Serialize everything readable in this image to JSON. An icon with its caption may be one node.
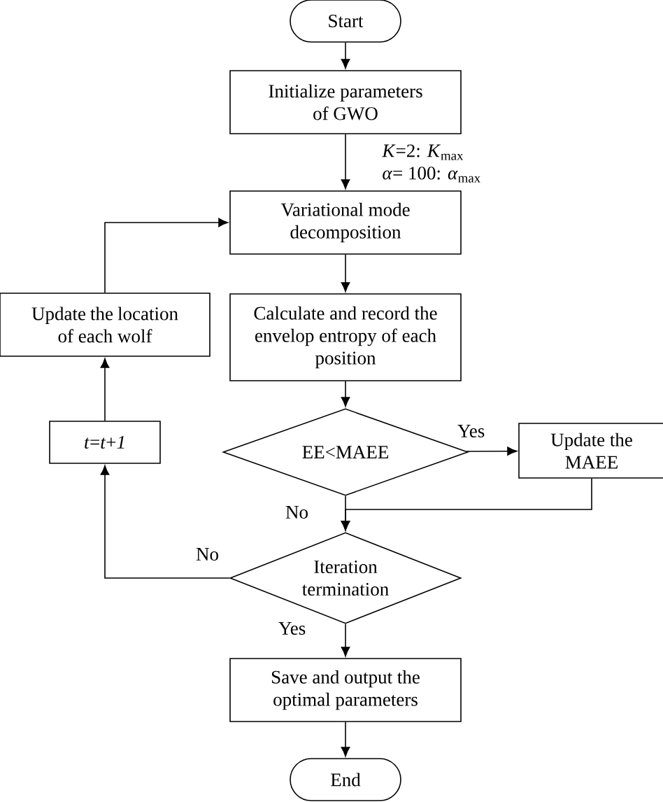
{
  "diagram": {
    "nodes": [
      {
        "text": [
          "Start"
        ]
      },
      {
        "text": [
          "Initialize parameters of GWO"
        ]
      },
      {
        "text": [
          "Variational mode decomposition"
        ]
      },
      {
        "text": [
          "Calculate and record the envelop entropy of each position"
        ]
      },
      {
        "text": [
          "Update the location of each wolf"
        ]
      },
      {
        "text": [
          "*t*=*t*+*1*"
        ]
      },
      {
        "text": [
          "EE<MAEE"
        ]
      },
      {
        "text": [
          "Update the MAEE"
        ]
      },
      {
        "text": [
          "Iteration termination"
        ]
      },
      {
        "text": [
          "Save and output the optimal parameters"
        ]
      },
      {
        "text": [
          "End"
        ]
      }
    ],
    "edges": [
      {
        "from": 0,
        "to": 1,
        "arrow": "to"
      },
      {
        "from": 1,
        "to": 2,
        "arrow": "to",
        "label": "*K*=2: *K*$_{max}$ *α*= 100: *α*$_{max}$"
      },
      {
        "from": 2,
        "to": 3,
        "arrow": "to"
      },
      {
        "from": 3,
        "to": 6,
        "arrow": "to"
      },
      {
        "from": 6,
        "to": 7,
        "arrow": "to",
        "label": "Yes"
      },
      {
        "from": 7,
        "to": 8,
        "arrow": "to"
      },
      {
        "from": 6,
        "to": 8,
        "arrow": "to",
        "label": "No"
      },
      {
        "from": 8,
        "to": 9,
        "arrow": "to",
        "label": "Yes"
      },
      {
        "from": 9,
        "to": 10,
        "arrow": "to"
      },
      {
        "from": 8,
        "to": 5,
        "arrow": "to",
        "label": "No"
      },
      {
        "from": 5,
        "to": 4,
        "arrow": "to"
      },
      {
        "from": 4,
        "to": 2,
        "arrow": "to"
      }
    ]
  }
}
